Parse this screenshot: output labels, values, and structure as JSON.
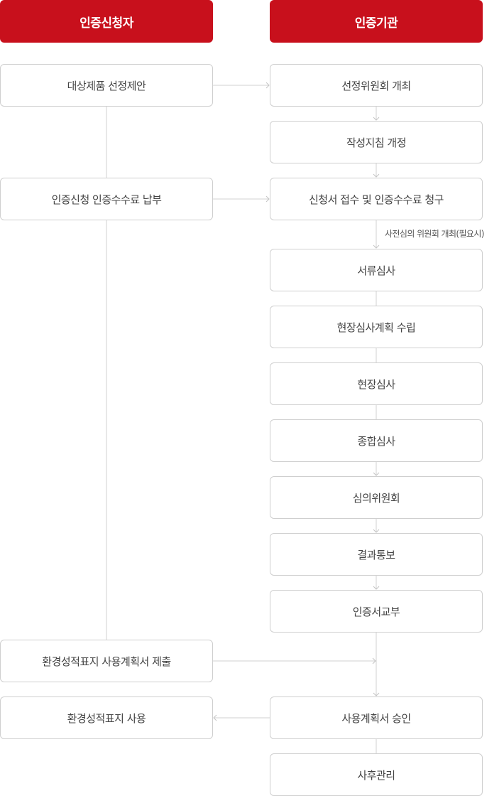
{
  "headers": {
    "applicant": "인증신청자",
    "agency": "인증기관"
  },
  "left_steps": [
    "대상제품 선정제안",
    "인증신청 인증수수료 납부",
    "환경성적표지 사용계획서 제출",
    "환경성적표지 사용"
  ],
  "right_steps": [
    "선정위원회 개최",
    "작성지침 개정",
    "신청서 접수 및 인증수수료 청구",
    "서류심사",
    "현장심사계획 수립",
    "현장심사",
    "종합심사",
    "심의위원회",
    "결과통보",
    "인증서교부",
    "사용계획서 승인",
    "사후관리"
  ],
  "notes": {
    "pre_review": "사전심의 위원회 개최(필요시)"
  },
  "colors": {
    "header_bg": "#c8101c",
    "box_border": "#cfcfcf",
    "connector": "#d0d0d0",
    "text": "#444444"
  }
}
